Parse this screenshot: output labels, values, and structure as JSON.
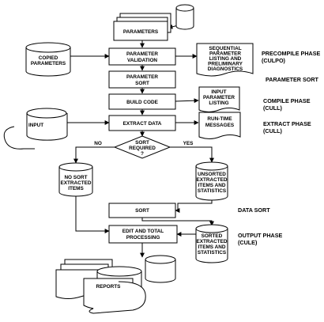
{
  "diagram": {
    "blocks": {
      "parameters": "PARAMETERS",
      "copied_parameters": [
        "COPIED",
        "PARAMETERS"
      ],
      "parameter_validation": [
        "PARAMETER",
        "VALIDATION"
      ],
      "validation_listing": [
        "SEQUENTIAL",
        "PARAMETER",
        "LISTING AND",
        "PRELIMINARY",
        "DIAGNOSTICS"
      ],
      "parameter_sort": [
        "PARAMETER",
        "SORT"
      ],
      "build_code": "BUILD CODE",
      "parameter_listing": [
        "INPUT",
        "PARAMETER",
        "LISTING"
      ],
      "input": "INPUT",
      "extract_data": "EXTRACT DATA",
      "runtime_messages": [
        "RUN-TIME",
        "MESSAGES"
      ],
      "sort_required": [
        "SORT",
        "REQUIRED",
        "?"
      ],
      "no": "NO",
      "yes": "YES",
      "no_sort_items": [
        "NO SORT",
        "EXTRACTED",
        "ITEMS"
      ],
      "unsorted_items": [
        "UNSORTED",
        "EXTRACTED",
        "ITEMS AND",
        "STATISTICS"
      ],
      "sort": "SORT",
      "edit_and_total": [
        "EDIT AND TOTAL",
        "PROCESSING"
      ],
      "sorted_items": [
        "SORTED",
        "EXTRACTED",
        "ITEMS AND",
        "STATISTICS"
      ],
      "reports": "REPORTS"
    },
    "phases": {
      "precompile": [
        "PRECOMPILE PHASE",
        "(CULPO)"
      ],
      "parameter_sort": "PARAMETER SORT",
      "compile": [
        "COMPILE PHASE",
        "(CULL)"
      ],
      "extract": [
        "EXTRACT PHASE",
        "(CULL)"
      ],
      "data_sort": "DATA SORT",
      "output": [
        "OUTPUT PHASE",
        "(CULE)"
      ]
    }
  }
}
